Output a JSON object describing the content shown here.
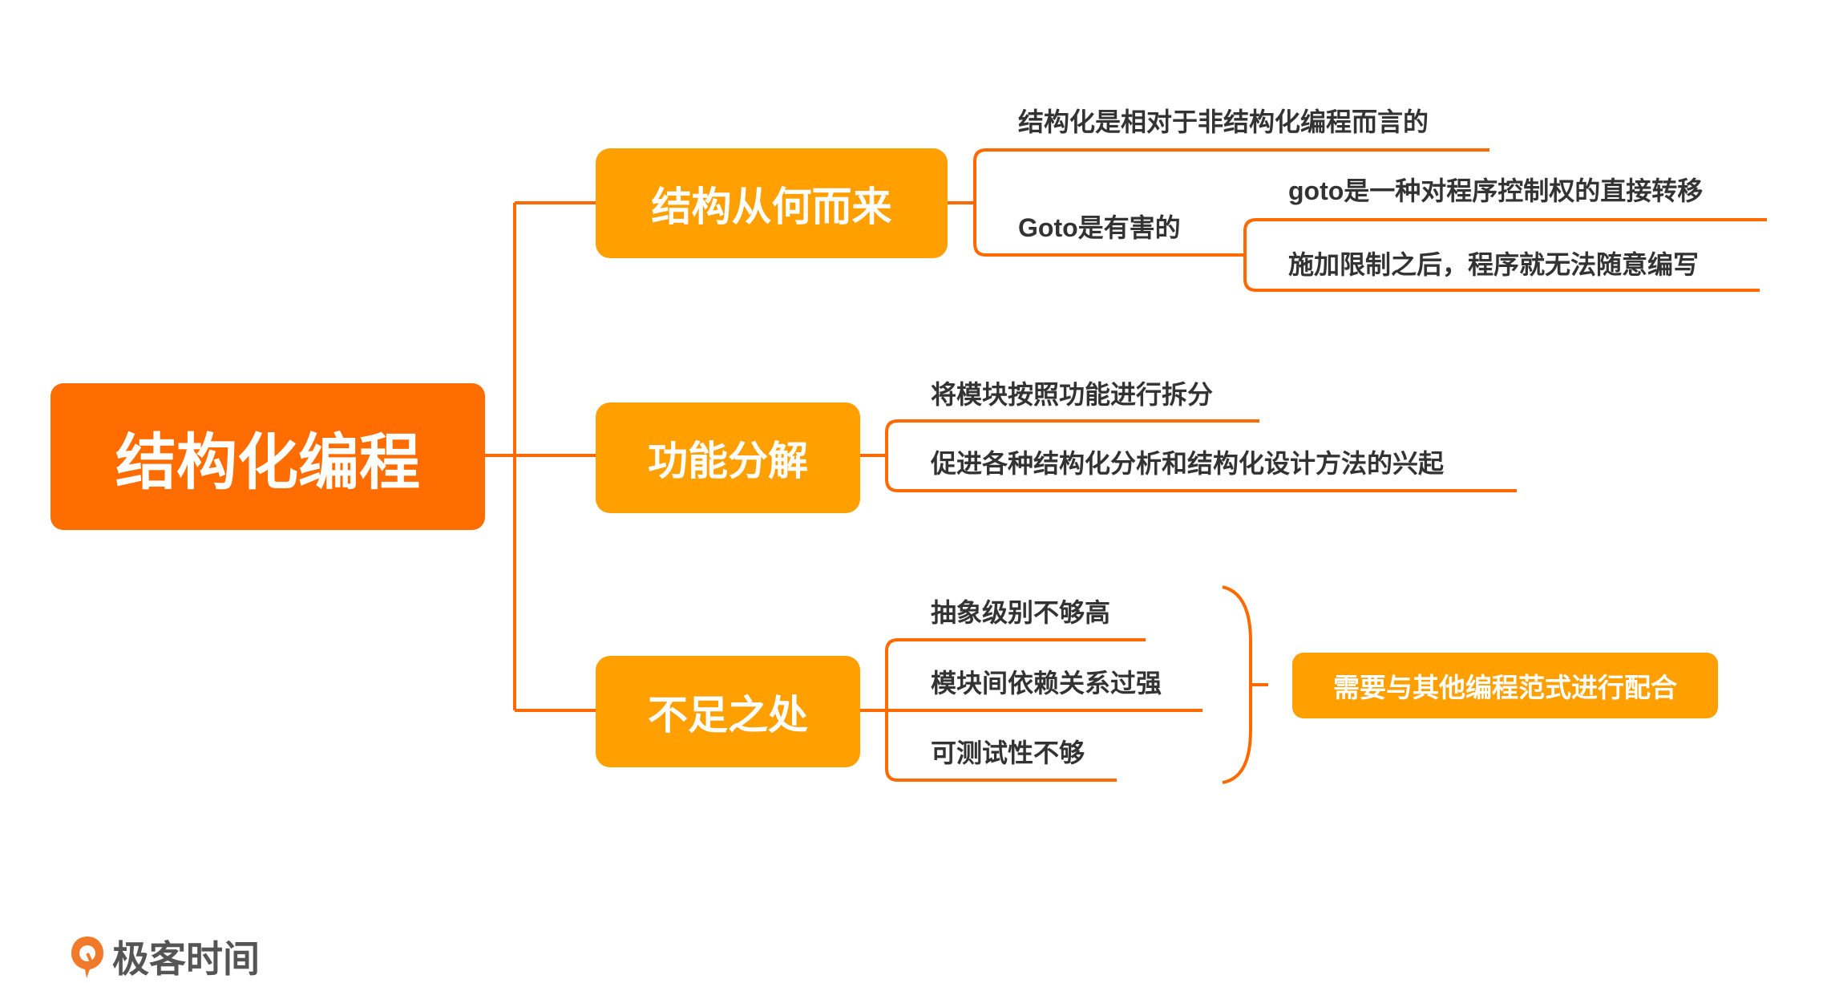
{
  "root": {
    "label": "结构化编程"
  },
  "branches": [
    {
      "label": "结构从何而来",
      "leaves": [
        {
          "label": "结构化是相对于非结构化编程而言的"
        },
        {
          "label": "Goto是有害的",
          "children": [
            {
              "label": "goto是一种对程序控制权的直接转移"
            },
            {
              "label": "施加限制之后，程序就无法随意编写"
            }
          ]
        }
      ]
    },
    {
      "label": "功能分解",
      "leaves": [
        {
          "label": "将模块按照功能进行拆分"
        },
        {
          "label": "促进各种结构化分析和结构化设计方法的兴起"
        }
      ]
    },
    {
      "label": "不足之处",
      "leaves": [
        {
          "label": "抽象级别不够高"
        },
        {
          "label": "模块间依赖关系过强"
        },
        {
          "label": "可测试性不够"
        }
      ],
      "summary": "需要与其他编程范式进行配合"
    }
  ],
  "brand": {
    "name": "极客时间"
  },
  "colors": {
    "root": "#FF6D00",
    "branch": "#FF9F00",
    "line": "#FF6A00",
    "text": "#333333"
  }
}
